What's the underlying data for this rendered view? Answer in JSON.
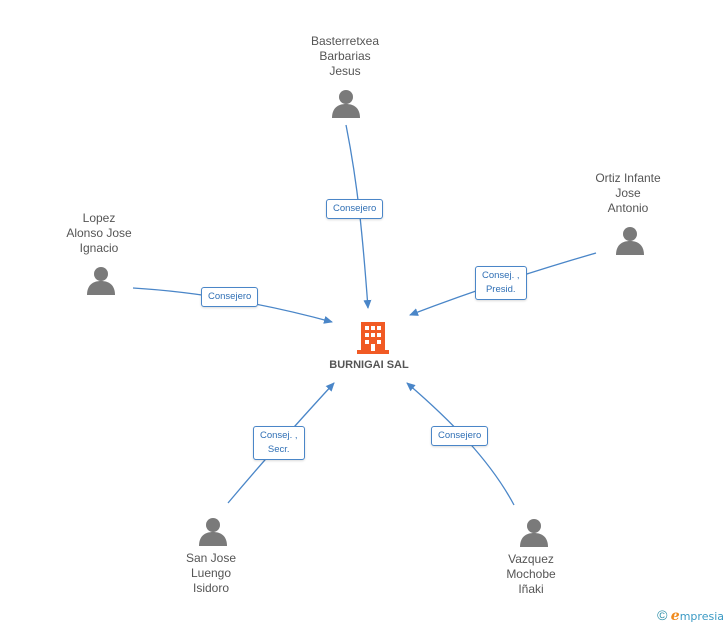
{
  "company": {
    "name": "BURNIGAI SAL",
    "icon": "building-icon",
    "color": "#f15a24"
  },
  "people": [
    {
      "id": "basterretxea",
      "name": "Basterretxea\nBarbarias\nJesus",
      "icon": "person-icon"
    },
    {
      "id": "ortiz",
      "name": "Ortiz Infante\nJose\nAntonio",
      "icon": "person-icon"
    },
    {
      "id": "lopez",
      "name": "Lopez\nAlonso Jose\nIgnacio",
      "icon": "person-icon"
    },
    {
      "id": "sanjose",
      "name": "San Jose\nLuengo\nIsidoro",
      "icon": "person-icon"
    },
    {
      "id": "vazquez",
      "name": "Vazquez\nMochobe\nIñaki",
      "icon": "person-icon"
    }
  ],
  "relations": [
    {
      "from": "basterretxea",
      "label": "Consejero"
    },
    {
      "from": "ortiz",
      "label": "Consej. ,\nPresid."
    },
    {
      "from": "lopez",
      "label": "Consejero"
    },
    {
      "from": "sanjose",
      "label": "Consej. ,\nSecr."
    },
    {
      "from": "vazquez",
      "label": "Consejero"
    }
  ],
  "footer": {
    "copyright": "©",
    "brand_initial": "e",
    "brand_rest": "mpresia"
  },
  "colors": {
    "edge": "#4a86c8",
    "person": "#7a7a7a",
    "text": "#555555"
  }
}
